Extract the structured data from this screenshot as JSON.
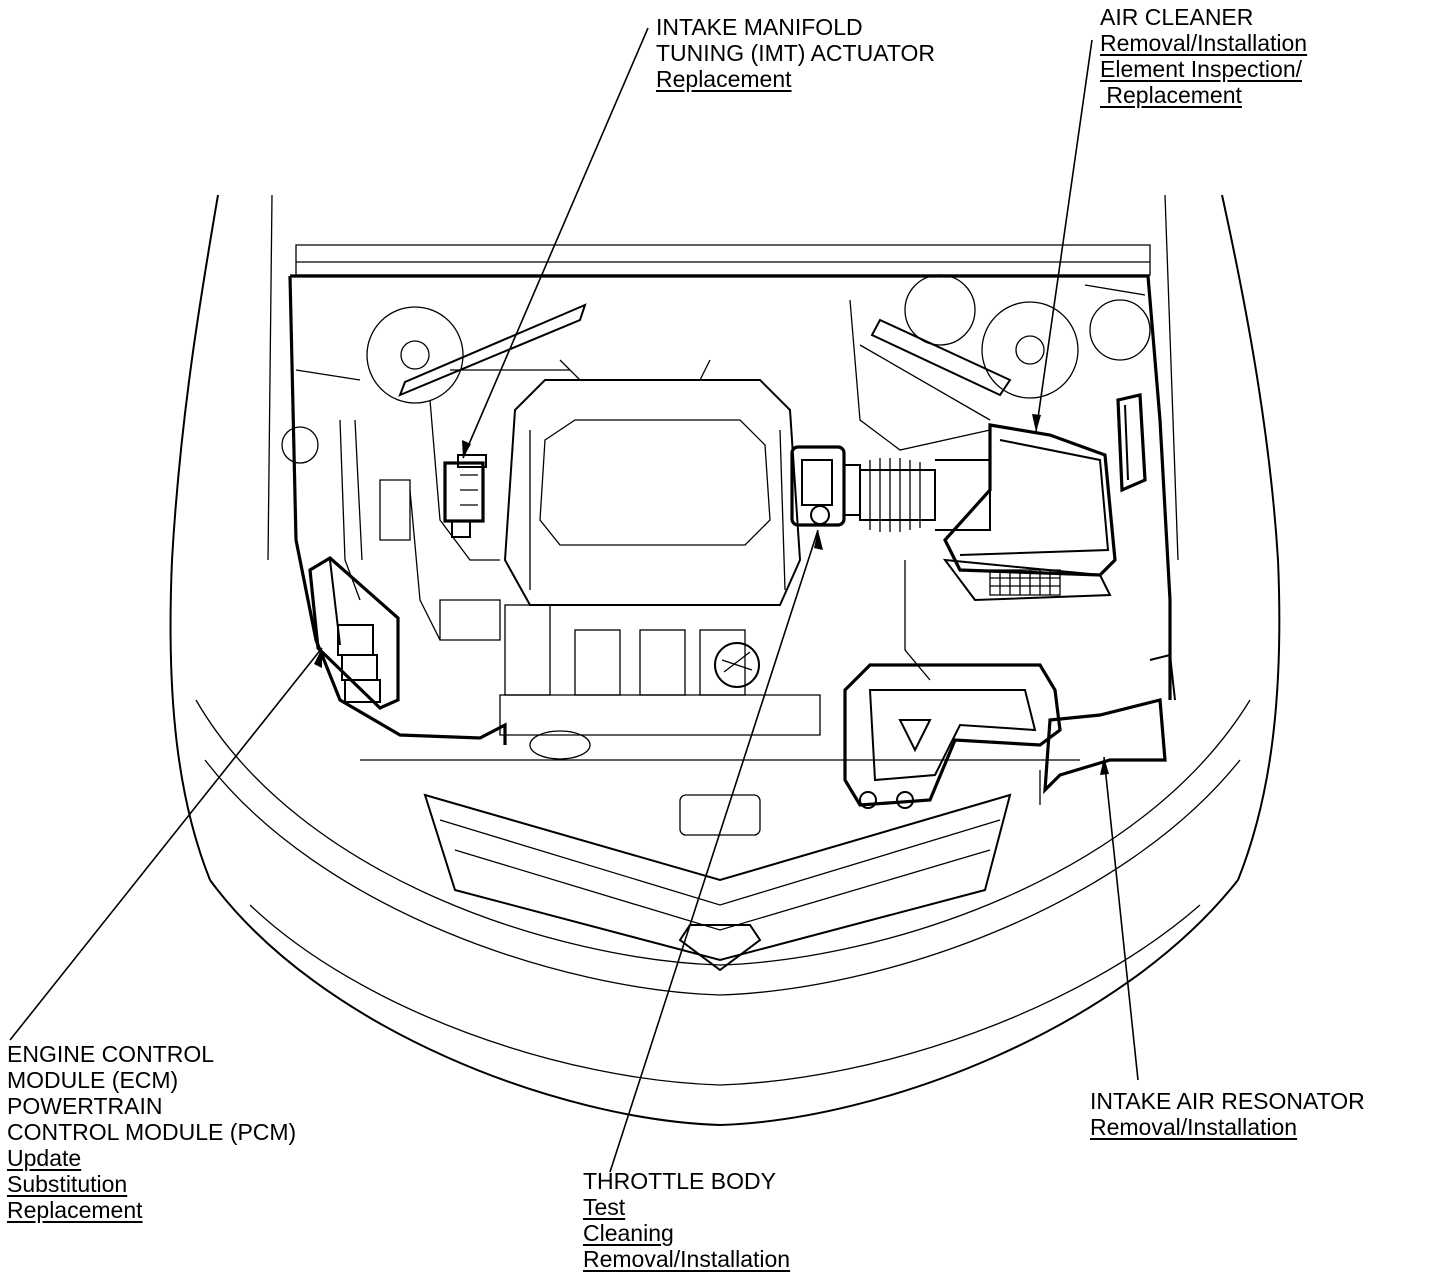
{
  "callouts": {
    "imt": {
      "title_lines": [
        "INTAKE MANIFOLD",
        "TUNING (IMT) ACTUATOR"
      ],
      "links": [
        "Replacement"
      ]
    },
    "air_cleaner": {
      "title_lines": [
        "AIR CLEANER"
      ],
      "links": [
        "Removal/Installation",
        "Element Inspection/",
        " Replacement"
      ]
    },
    "ecm": {
      "title_lines": [
        "ENGINE CONTROL",
        "MODULE (ECM)",
        "POWERTRAIN",
        "CONTROL MODULE (PCM)"
      ],
      "links": [
        "Update",
        "Substitution",
        "Replacement"
      ]
    },
    "throttle": {
      "title_lines": [
        "THROTTLE BODY"
      ],
      "links": [
        "Test",
        "Cleaning",
        "Removal/Installation"
      ]
    },
    "resonator": {
      "title_lines": [
        "INTAKE AIR RESONATOR"
      ],
      "links": [
        "Removal/Installation"
      ]
    }
  }
}
